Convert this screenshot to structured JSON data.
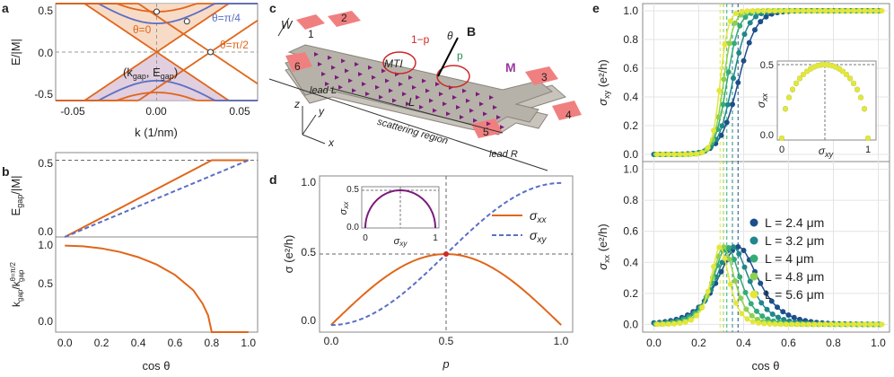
{
  "panel_labels": {
    "a": "a",
    "b": "b",
    "c": "c",
    "d": "d",
    "e": "e"
  },
  "colors": {
    "orange": "#e0661a",
    "blue": "#5a6fc4",
    "purple": "#7b1a7d",
    "gray": "#9a9a9a",
    "pink": "#f08080",
    "seq": [
      "#1c4f8a",
      "#20878a",
      "#34ab77",
      "#8cd14f",
      "#e4e63a"
    ]
  },
  "chart_data": [
    {
      "id": "a",
      "type": "line",
      "xlabel": "k (1/nm)",
      "ylabel": "E/|M|",
      "xlim": [
        -0.06,
        0.06
      ],
      "ylim": [
        -0.6,
        0.6
      ],
      "xticks": [
        "-0.05",
        "0.00",
        "0.05"
      ],
      "yticks": [
        "-0.5",
        "0.0",
        "0.5"
      ],
      "xtick_values": [
        -0.05,
        0,
        0.05
      ],
      "ytick_values": [
        -0.5,
        0,
        0.5
      ],
      "annotations": {
        "t0": "θ=0",
        "t4": "θ=π/4",
        "t2": "θ=π/2",
        "pt": "(k",
        "pt_sub1": "gap",
        "pt_mid": ", E",
        "pt_sub2": "gap",
        "pt_end": ")"
      },
      "series": [
        {
          "color": "orange",
          "gap": 0.0,
          "shift": 0.0
        },
        {
          "color": "orange",
          "gap": 0.5,
          "shift": 0.0
        },
        {
          "color": "blue",
          "gap": 0.354,
          "shift": 0.0
        },
        {
          "color": "orange",
          "gap": 0.0,
          "shift": 0.032
        }
      ]
    },
    {
      "id": "b_top",
      "type": "line",
      "ylabel": "E",
      "ylabel_sub": "gap",
      "ylabel_tail": "/|M|",
      "xlim": [
        -0.05,
        1.05
      ],
      "ylim": [
        0,
        0.55
      ],
      "yticks": [
        "0.0",
        "0.5"
      ],
      "ytick_values": [
        0,
        0.5
      ],
      "x": [
        0,
        0.1,
        0.2,
        0.3,
        0.4,
        0.5,
        0.6,
        0.7,
        0.8,
        0.9,
        1.0
      ],
      "series": [
        {
          "color": "orange",
          "style": "solid",
          "values": [
            0,
            0.0625,
            0.125,
            0.1875,
            0.25,
            0.3125,
            0.375,
            0.4375,
            0.5,
            0.5,
            0.5
          ]
        },
        {
          "color": "blue",
          "style": "dashed",
          "values": [
            0,
            0.05,
            0.1,
            0.15,
            0.2,
            0.25,
            0.3,
            0.35,
            0.4,
            0.45,
            0.5
          ]
        }
      ]
    },
    {
      "id": "b_bot",
      "type": "line",
      "xlabel": "cos θ",
      "ylabel": "k",
      "ylabel_sub": "gap",
      "ylabel_tail": "/k",
      "ylabel_sup": "θ=π/2",
      "ylabel_sub2": "gap",
      "xlim": [
        -0.05,
        1.05
      ],
      "ylim": [
        0,
        1.1
      ],
      "xticks": [
        "0.0",
        "0.2",
        "0.4",
        "0.6",
        "0.8",
        "1.0"
      ],
      "xtick_values": [
        0,
        0.2,
        0.4,
        0.6,
        0.8,
        1.0
      ],
      "yticks": [
        "0.0",
        "0.5",
        "1.0"
      ],
      "ytick_values": [
        0,
        0.5,
        1.0
      ],
      "x": [
        0,
        0.1,
        0.2,
        0.3,
        0.4,
        0.5,
        0.6,
        0.7,
        0.75,
        0.78,
        0.8,
        0.9,
        1.0
      ],
      "series": [
        {
          "color": "orange",
          "style": "solid",
          "values": [
            1.0,
            0.992,
            0.968,
            0.927,
            0.866,
            0.781,
            0.661,
            0.484,
            0.331,
            0.195,
            0,
            0,
            0
          ]
        }
      ]
    },
    {
      "id": "d",
      "type": "line",
      "xlabel": "p",
      "ylabel": "σ (e²/h)",
      "xlim": [
        -0.05,
        1.05
      ],
      "ylim": [
        -0.05,
        1.05
      ],
      "xticks": [
        "0.0",
        "0.5",
        "1.0"
      ],
      "xtick_values": [
        0,
        0.5,
        1
      ],
      "yticks": [
        "0.0",
        "0.5",
        "1.0"
      ],
      "ytick_values": [
        0,
        0.5,
        1
      ],
      "legend": [
        {
          "label": "σ",
          "sub": "xx",
          "color": "orange",
          "style": "solid"
        },
        {
          "label": "σ",
          "sub": "xy",
          "color": "blue",
          "style": "dashed"
        }
      ],
      "inset": {
        "xlabel": "σ",
        "xlabel_sub": "xy",
        "ylabel": "σ",
        "ylabel_sub": "xx",
        "xticks": [
          "0",
          "1"
        ],
        "yticks": [
          "0.0",
          "0.5"
        ],
        "color": "purple"
      }
    },
    {
      "id": "e_top",
      "type": "scatter",
      "ylabel": "σ",
      "ylabel_sub": "xy",
      "ylabel_tail": " (e²/h)",
      "xlim": [
        -0.05,
        1.05
      ],
      "ylim": [
        -0.05,
        1.05
      ],
      "yticks": [
        "0.0",
        "0.2",
        "0.4",
        "0.6",
        "0.8",
        "1.0"
      ],
      "ytick_values": [
        0,
        0.2,
        0.4,
        0.6,
        0.8,
        1.0
      ],
      "inset": {
        "xlabel": "σ",
        "xlabel_sub": "xy",
        "ylabel": "σ",
        "ylabel_sub": "xx",
        "xticks": [
          "0",
          "1"
        ],
        "yticks": [
          "0.0",
          "0.5"
        ]
      }
    },
    {
      "id": "e_bot",
      "type": "scatter",
      "xlabel": "cos θ",
      "ylabel": "σ",
      "ylabel_sub": "xx",
      "ylabel_tail": " (e²/h)",
      "xlim": [
        -0.05,
        1.05
      ],
      "ylim": [
        -0.05,
        1.05
      ],
      "xticks": [
        "0.0",
        "0.2",
        "0.4",
        "0.6",
        "0.8",
        "1.0"
      ],
      "xtick_values": [
        0,
        0.2,
        0.4,
        0.6,
        0.8,
        1.0
      ],
      "yticks": [
        "0.0",
        "0.2",
        "0.4",
        "0.6",
        "0.8",
        "1.0"
      ],
      "ytick_values": [
        0,
        0.2,
        0.4,
        0.6,
        0.8,
        1.0
      ],
      "series": [
        {
          "name": "L = 2.4 μm",
          "center": 0.375,
          "width": 0.04
        },
        {
          "name": "L = 3.2 μm",
          "center": 0.35,
          "width": 0.033
        },
        {
          "name": "L = 4 μm",
          "center": 0.325,
          "width": 0.027
        },
        {
          "name": "L = 4.8 μm",
          "center": 0.31,
          "width": 0.022
        },
        {
          "name": "L = 5.6 μm",
          "center": 0.295,
          "width": 0.018
        }
      ]
    }
  ],
  "diagram_c": {
    "labels": {
      "W": "W",
      "L": "L",
      "B": "B",
      "theta": "θ",
      "p": "p",
      "one_minus_p": "1−p",
      "M": "M",
      "MTI": "MTI",
      "leadL": "lead L",
      "leadR": "lead R",
      "scat": "scattering region",
      "z": "z",
      "y": "y",
      "x": "x"
    },
    "contacts": [
      "1",
      "2",
      "3",
      "4",
      "5",
      "6"
    ]
  }
}
